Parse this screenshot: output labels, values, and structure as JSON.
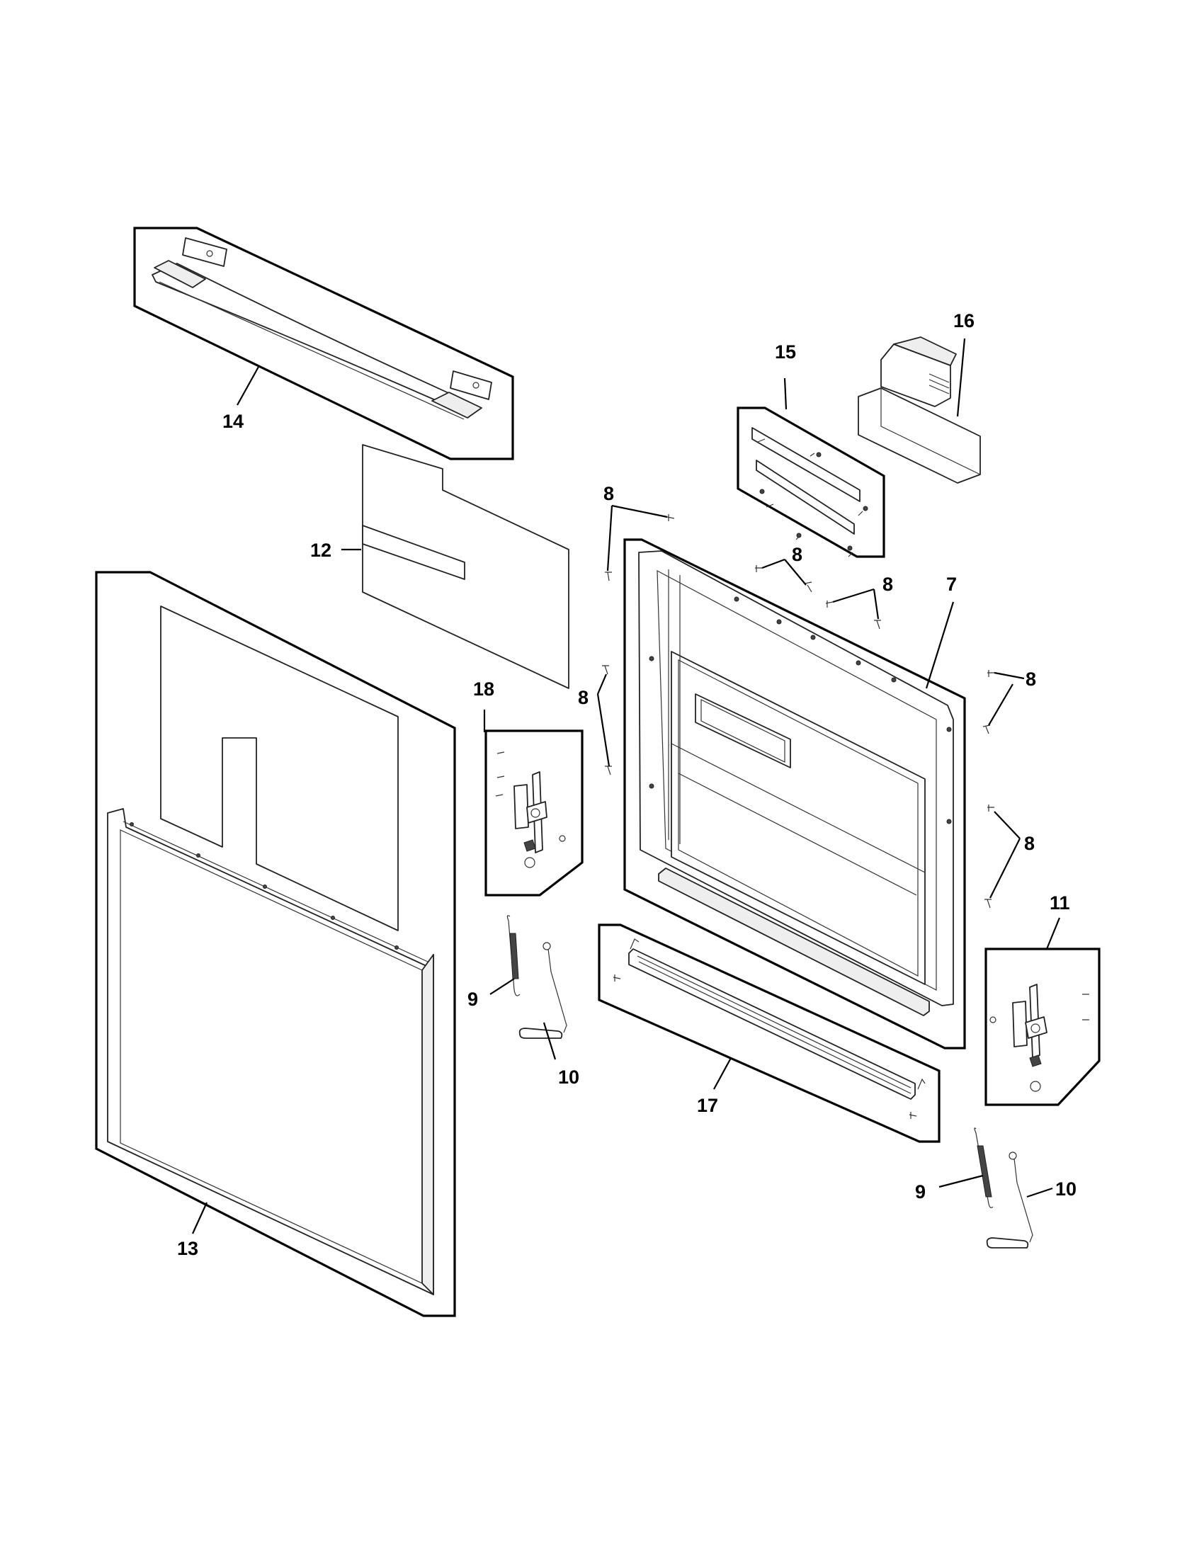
{
  "diagram": {
    "callouts": {
      "c14": "14",
      "c12": "12",
      "c13": "13",
      "c18": "18",
      "c9a": "9",
      "c10a": "10",
      "c15": "15",
      "c16": "16",
      "c8a": "8",
      "c8b": "8",
      "c8c": "8",
      "c8d": "8",
      "c8e": "8",
      "c8f": "8",
      "c7": "7",
      "c11": "11",
      "c17": "17",
      "c9b": "9",
      "c10b": "10"
    }
  }
}
